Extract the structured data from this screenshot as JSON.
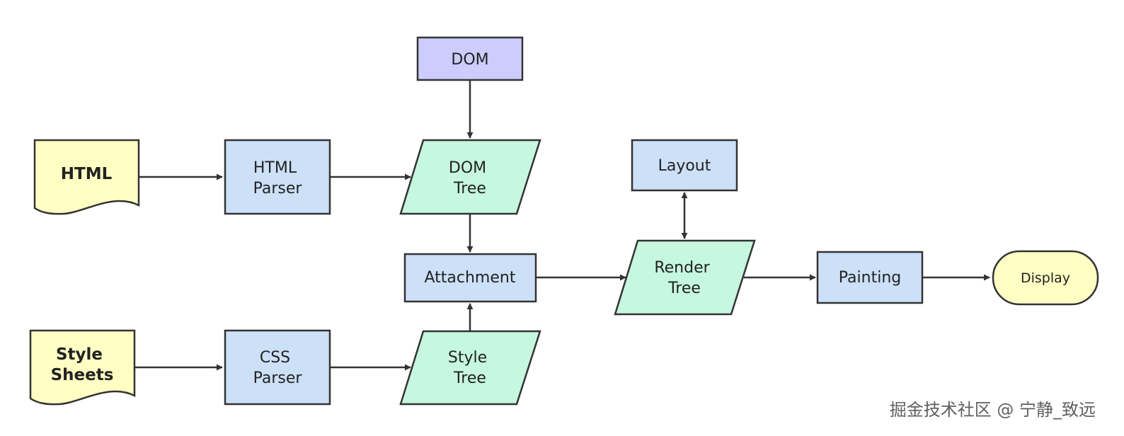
{
  "diagram": {
    "nodes": {
      "html_doc": [
        "HTML"
      ],
      "style_doc": [
        "Style",
        "Sheets"
      ],
      "html_parser": [
        "HTML",
        "Parser"
      ],
      "css_parser": [
        "CSS",
        "Parser"
      ],
      "dom": [
        "DOM"
      ],
      "dom_tree": [
        "DOM",
        "Tree"
      ],
      "style_tree": [
        "Style",
        "Tree"
      ],
      "attachment": [
        "Attachment"
      ],
      "layout": [
        "Layout"
      ],
      "render_tree": [
        "Render",
        "Tree"
      ],
      "painting": [
        "Painting"
      ],
      "display": [
        "Display"
      ]
    },
    "edges": [
      {
        "from": "html_doc",
        "to": "html_parser"
      },
      {
        "from": "html_parser",
        "to": "dom_tree"
      },
      {
        "from": "dom",
        "to": "dom_tree"
      },
      {
        "from": "dom_tree",
        "to": "attachment"
      },
      {
        "from": "style_doc",
        "to": "css_parser"
      },
      {
        "from": "css_parser",
        "to": "style_tree"
      },
      {
        "from": "style_tree",
        "to": "attachment"
      },
      {
        "from": "attachment",
        "to": "render_tree"
      },
      {
        "from": "layout",
        "to": "render_tree",
        "bidirectional": true
      },
      {
        "from": "render_tree",
        "to": "painting"
      },
      {
        "from": "painting",
        "to": "display"
      }
    ],
    "colors": {
      "document": "#ffffc4",
      "process": "#cce0f8",
      "dom": "#ccccff",
      "data": "#c6f7df",
      "terminator": "#ffffc4",
      "stroke": "#333333"
    }
  },
  "watermark": "掘金技术社区 @ 宁静_致远"
}
